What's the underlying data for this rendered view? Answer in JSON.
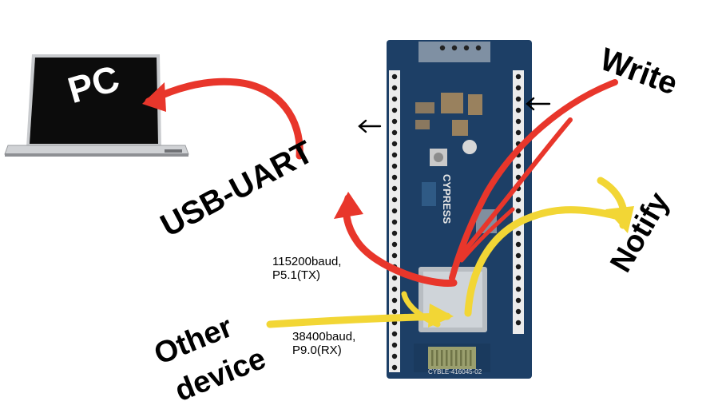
{
  "labels": {
    "pc": "PC",
    "usb_uart": "USB-UART",
    "write": "Write",
    "notify": "Notify",
    "other_device_line1": "Other",
    "other_device_line2": "device"
  },
  "annotations": {
    "tx_baud": "115200baud,",
    "tx_pin": "P5.1(TX)",
    "rx_baud": "38400baud,",
    "rx_pin": "P9.0(RX)"
  },
  "board": {
    "brand": "CYPRESS",
    "part_number": "CYBLE-416045-02"
  },
  "colors": {
    "board": "#1d3f66",
    "arrow_red": "#e8362b",
    "arrow_yellow": "#f2d635",
    "laptop": "#1a1a1a",
    "bezel": "#c7c9cc"
  },
  "icons": {
    "laptop": "laptop-icon",
    "pin_arrows": "left-arrow-icon"
  }
}
